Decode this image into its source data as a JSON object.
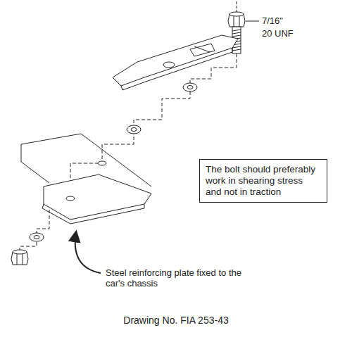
{
  "diagram": {
    "caption": "Drawing No. FIA 253-43",
    "nodes": [
      {
        "text": [
          "The bolt should preferably work in shearing stress and not in traction"
        ]
      }
    ],
    "labels": [
      "7/16\"",
      "20 UNF",
      "Steel reinforcing plate fixed to the car's chassis"
    ]
  }
}
